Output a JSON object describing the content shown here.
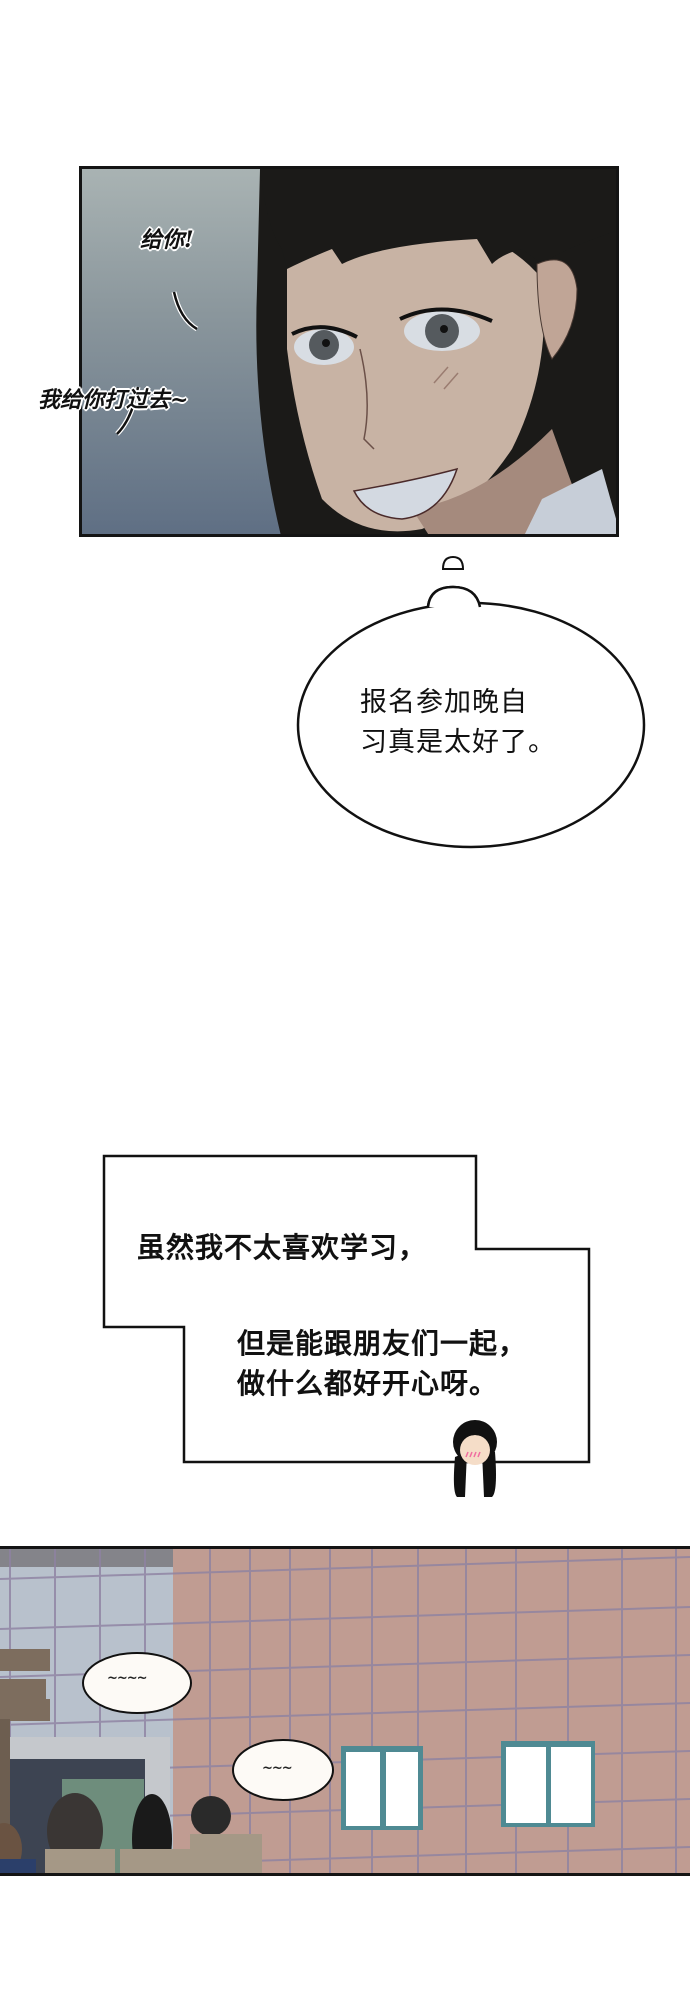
{
  "panel1": {
    "sfx_line1": "给你!",
    "sfx_line2": "我给你打过去~",
    "colors": {
      "bg_top": "#a9b3b3",
      "bg_bottom": "#5f6f84",
      "hair": "#1b1a18",
      "skin": "#c8b3a4",
      "border": "#141414"
    }
  },
  "thought_bubble": {
    "line1": "报名参加晚自",
    "line2": "习真是太好了。"
  },
  "caption_box": {
    "line1": "虽然我不太喜欢学习，",
    "line2": "但是能跟朋友们一起，",
    "line3": "做什么都好开心呀。",
    "chibi": "chibi-girl-blushing"
  },
  "panel3": {
    "bubble1": "~~~~",
    "bubble2": "~~~",
    "colors": {
      "wall_left": "#b8c1cc",
      "wall_right": "#c09c92",
      "grid": "#8e82a2",
      "window_frame": "#4f8a93"
    }
  }
}
